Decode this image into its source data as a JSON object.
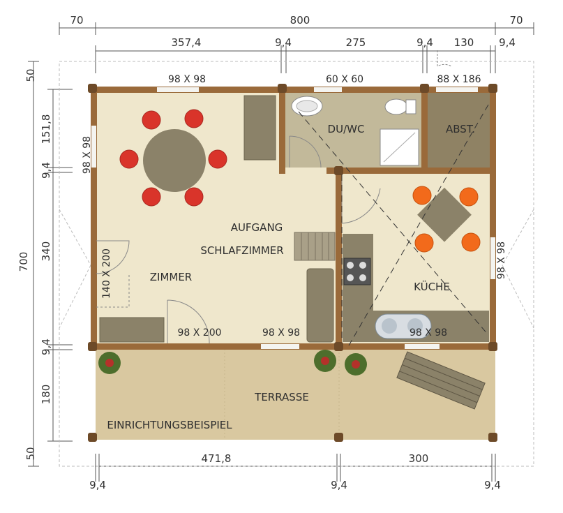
{
  "dimensions": {
    "top_overall": "800",
    "top_left_margin": "70",
    "top_right_margin": "70",
    "top_seg_1": "357,4",
    "top_seg_2": "9,4",
    "top_seg_3": "275",
    "top_seg_4": "9,4",
    "top_seg_5": "130",
    "top_seg_6": "9,4",
    "left_top_margin": "50",
    "left_seg_1": "151,8",
    "left_seg_2": "9,4",
    "left_overall": "700",
    "left_seg_3": "340",
    "left_seg_4": "9,4",
    "left_seg_5": "180",
    "left_bottom_margin": "50",
    "bottom_seg_1": "471,8",
    "bottom_seg_2": "300",
    "bottom_wall_1": "9,4",
    "bottom_wall_2": "9,4",
    "bottom_wall_3": "9,4"
  },
  "rooms": {
    "du_wc": "DU/WC",
    "abst": "ABST.",
    "aufgang": "AUFGANG",
    "schlafzimmer": "SCHLAFZIMMER",
    "zimmer": "ZIMMER",
    "kueche": "KÜCHE",
    "terrasse": "TERRASSE",
    "example": "EINRICHTUNGSBEISPIEL"
  },
  "openings": {
    "win_top_left": "98 X 98",
    "win_top_mid": "60 X 60",
    "door_top_right": "88 X 186",
    "win_left": "98 X 98",
    "door_left": "140 X 200",
    "door_bottom_left": "98 X 200",
    "win_bottom_mid": "98 X 98",
    "win_right": "98 X 98",
    "win_bottom_right": "98 X 98"
  },
  "colors": {
    "floor": "#efe7cc",
    "wet_floor": "#c2b99a",
    "storage": "#8f8264",
    "terrace": "#d9c8a0",
    "wall": "#9a6a3a",
    "chair_red": "#d9342a",
    "chair_orange": "#f26a1b",
    "table": "#8b8269"
  }
}
